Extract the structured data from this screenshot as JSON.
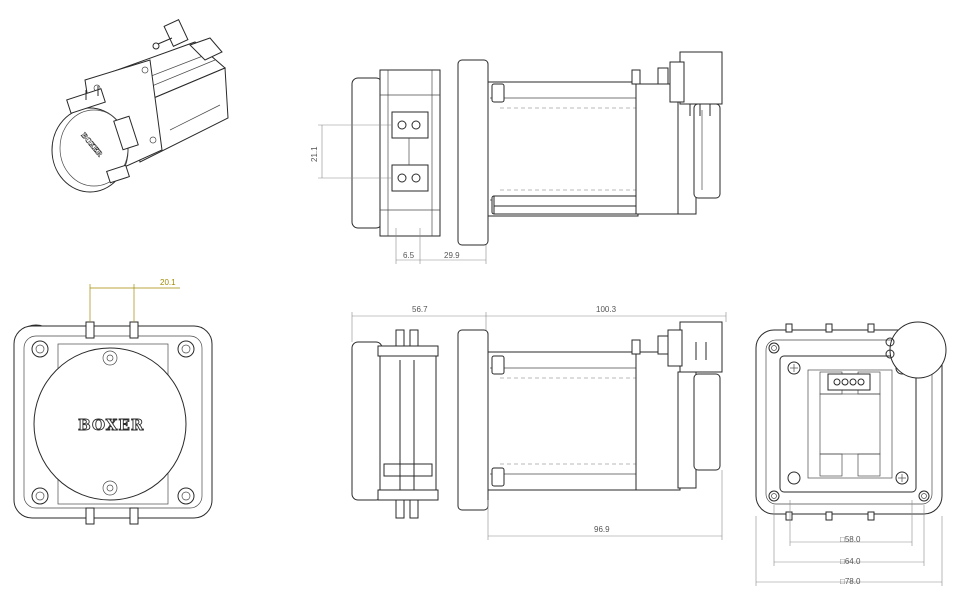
{
  "brand": {
    "logo_text": "BOXER"
  },
  "dimensions": {
    "top_view": {
      "vertical_spacing": "21.1",
      "offset_small": "6.5",
      "offset_large": "29.9"
    },
    "front_view": {
      "port_spacing": "20.1"
    },
    "side_view": {
      "head_length": "56.7",
      "motor_length": "100.3",
      "body_length": "96.9"
    },
    "rear_view": {
      "square_inner": "□58.0",
      "square_mid": "□64.0",
      "square_outer": "□78.0"
    }
  },
  "colors": {
    "line": "#2a2a2a",
    "dimension": "#8a8a8a",
    "highlight_dimension": "#a08a00"
  }
}
